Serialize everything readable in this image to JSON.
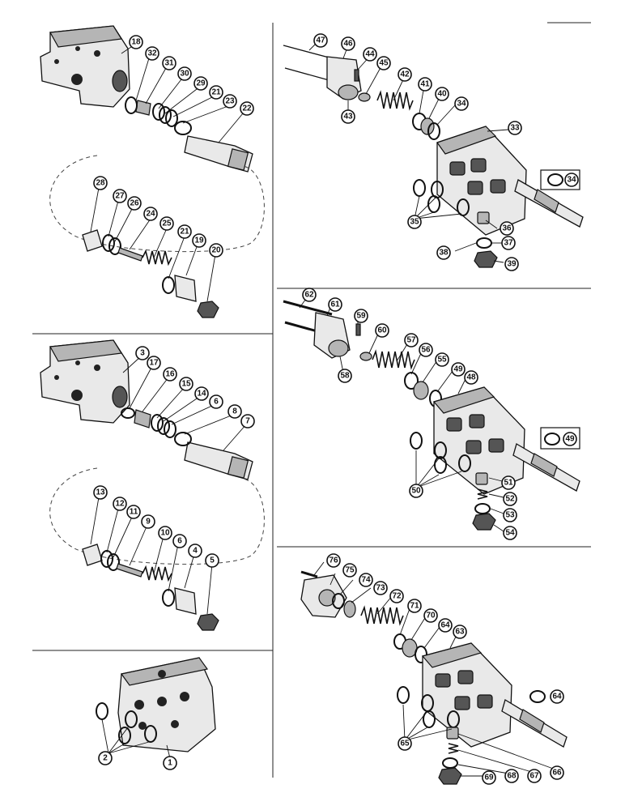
{
  "diagram": {
    "callouts": {
      "c1": "1",
      "c2": "2",
      "c3": "3",
      "c4": "4",
      "c5": "5",
      "c6a": "6",
      "c6b": "6",
      "c7": "7",
      "c8": "8",
      "c9": "9",
      "c10": "10",
      "c11": "11",
      "c12": "12",
      "c13": "13",
      "c14": "14",
      "c15": "15",
      "c16": "16",
      "c17": "17",
      "c18": "18",
      "c19": "19",
      "c20": "20",
      "c21a": "21",
      "c21b": "21",
      "c22": "22",
      "c23": "23",
      "c24": "24",
      "c25": "25",
      "c26": "26",
      "c27": "27",
      "c28": "28",
      "c29": "29",
      "c30": "30",
      "c31": "31",
      "c32": "32",
      "c33": "33",
      "c34a": "34",
      "c34b": "34",
      "c35": "35",
      "c36": "36",
      "c37": "37",
      "c38": "38",
      "c39": "39",
      "c40": "40",
      "c41": "41",
      "c42": "42",
      "c43": "43",
      "c44": "44",
      "c45": "45",
      "c46": "46",
      "c47": "47",
      "c48": "48",
      "c49a": "49",
      "c49b": "49",
      "c50": "50",
      "c51": "51",
      "c52": "52",
      "c53": "53",
      "c54": "54",
      "c55": "55",
      "c56": "56",
      "c57": "57",
      "c58": "58",
      "c59": "59",
      "c60": "60",
      "c61": "61",
      "c62": "62",
      "c63": "63",
      "c64a": "64",
      "c64b": "64",
      "c65": "65",
      "c66": "66",
      "c67": "67",
      "c68": "68",
      "c69": "69",
      "c70": "70",
      "c71": "71",
      "c72": "72",
      "c73": "73",
      "c74": "74",
      "c75": "75",
      "c76": "76"
    }
  }
}
